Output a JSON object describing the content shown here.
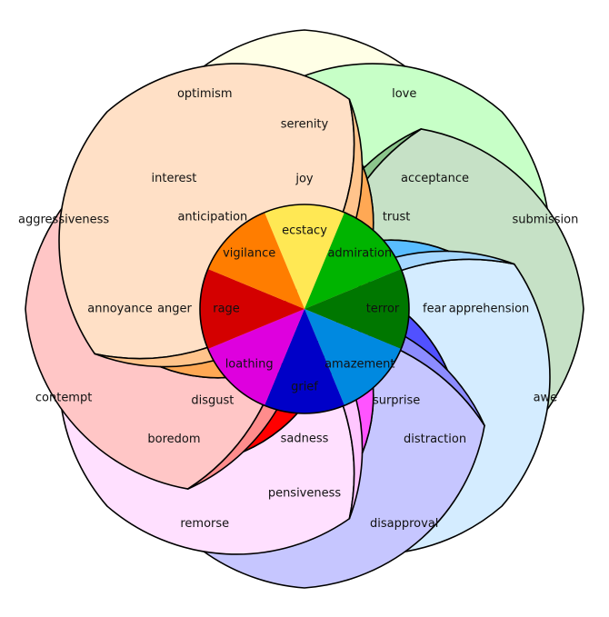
{
  "emotions": [
    {
      "key": "joy",
      "tip_color": "#ffffe6",
      "outer": "serenity",
      "outer_color": "#ffffb1",
      "middle": "joy",
      "middle_color": "#ffff54",
      "inner": "ecstacy",
      "inner_color": "#ffe854"
    },
    {
      "key": "trust",
      "tip_color": "#c7ffc7",
      "outer": "acceptance",
      "outer_color": "#8cff8c",
      "middle": "trust",
      "middle_color": "#54ff54",
      "inner": "admiration",
      "inner_color": "#00b400"
    },
    {
      "key": "fear",
      "tip_color": "#c6e1c6",
      "outer": "apprehension",
      "outer_color": "#8cc68c",
      "middle": "fear",
      "middle_color": "#009600",
      "inner": "terror",
      "inner_color": "#007700"
    },
    {
      "key": "surprise",
      "tip_color": "#d4ecff",
      "outer": "distraction",
      "outer_color": "#a5d7ff",
      "middle": "surprise",
      "middle_color": "#59bdff",
      "inner": "amazement",
      "inner_color": "#0089e0"
    },
    {
      "key": "sadness",
      "tip_color": "#c6c6ff",
      "outer": "pensiveness",
      "outer_color": "#8c8cff",
      "middle": "sadness",
      "middle_color": "#5151ff",
      "inner": "grief",
      "inner_color": "#0000c8"
    },
    {
      "key": "disgust",
      "tip_color": "#ffe0ff",
      "outer": "boredom",
      "outer_color": "#ffc6ff",
      "middle": "disgust",
      "middle_color": "#ff54ff",
      "inner": "loathing",
      "inner_color": "#de00de"
    },
    {
      "key": "anger",
      "tip_color": "#ffc6c6",
      "outer": "annoyance",
      "outer_color": "#ff8c8c",
      "middle": "anger",
      "middle_color": "#ff0000",
      "inner": "rage",
      "inner_color": "#d40000"
    },
    {
      "key": "anticipation",
      "tip_color": "#ffe0c6",
      "outer": "interest",
      "outer_color": "#ffc48c",
      "middle": "anticipation",
      "middle_color": "#ffa854",
      "inner": "vigilance",
      "inner_color": "#ff7d00"
    }
  ],
  "dyads": [
    "love",
    "submission",
    "awe",
    "disapproval",
    "remorse",
    "contempt",
    "aggressiveness",
    "optimism"
  ]
}
